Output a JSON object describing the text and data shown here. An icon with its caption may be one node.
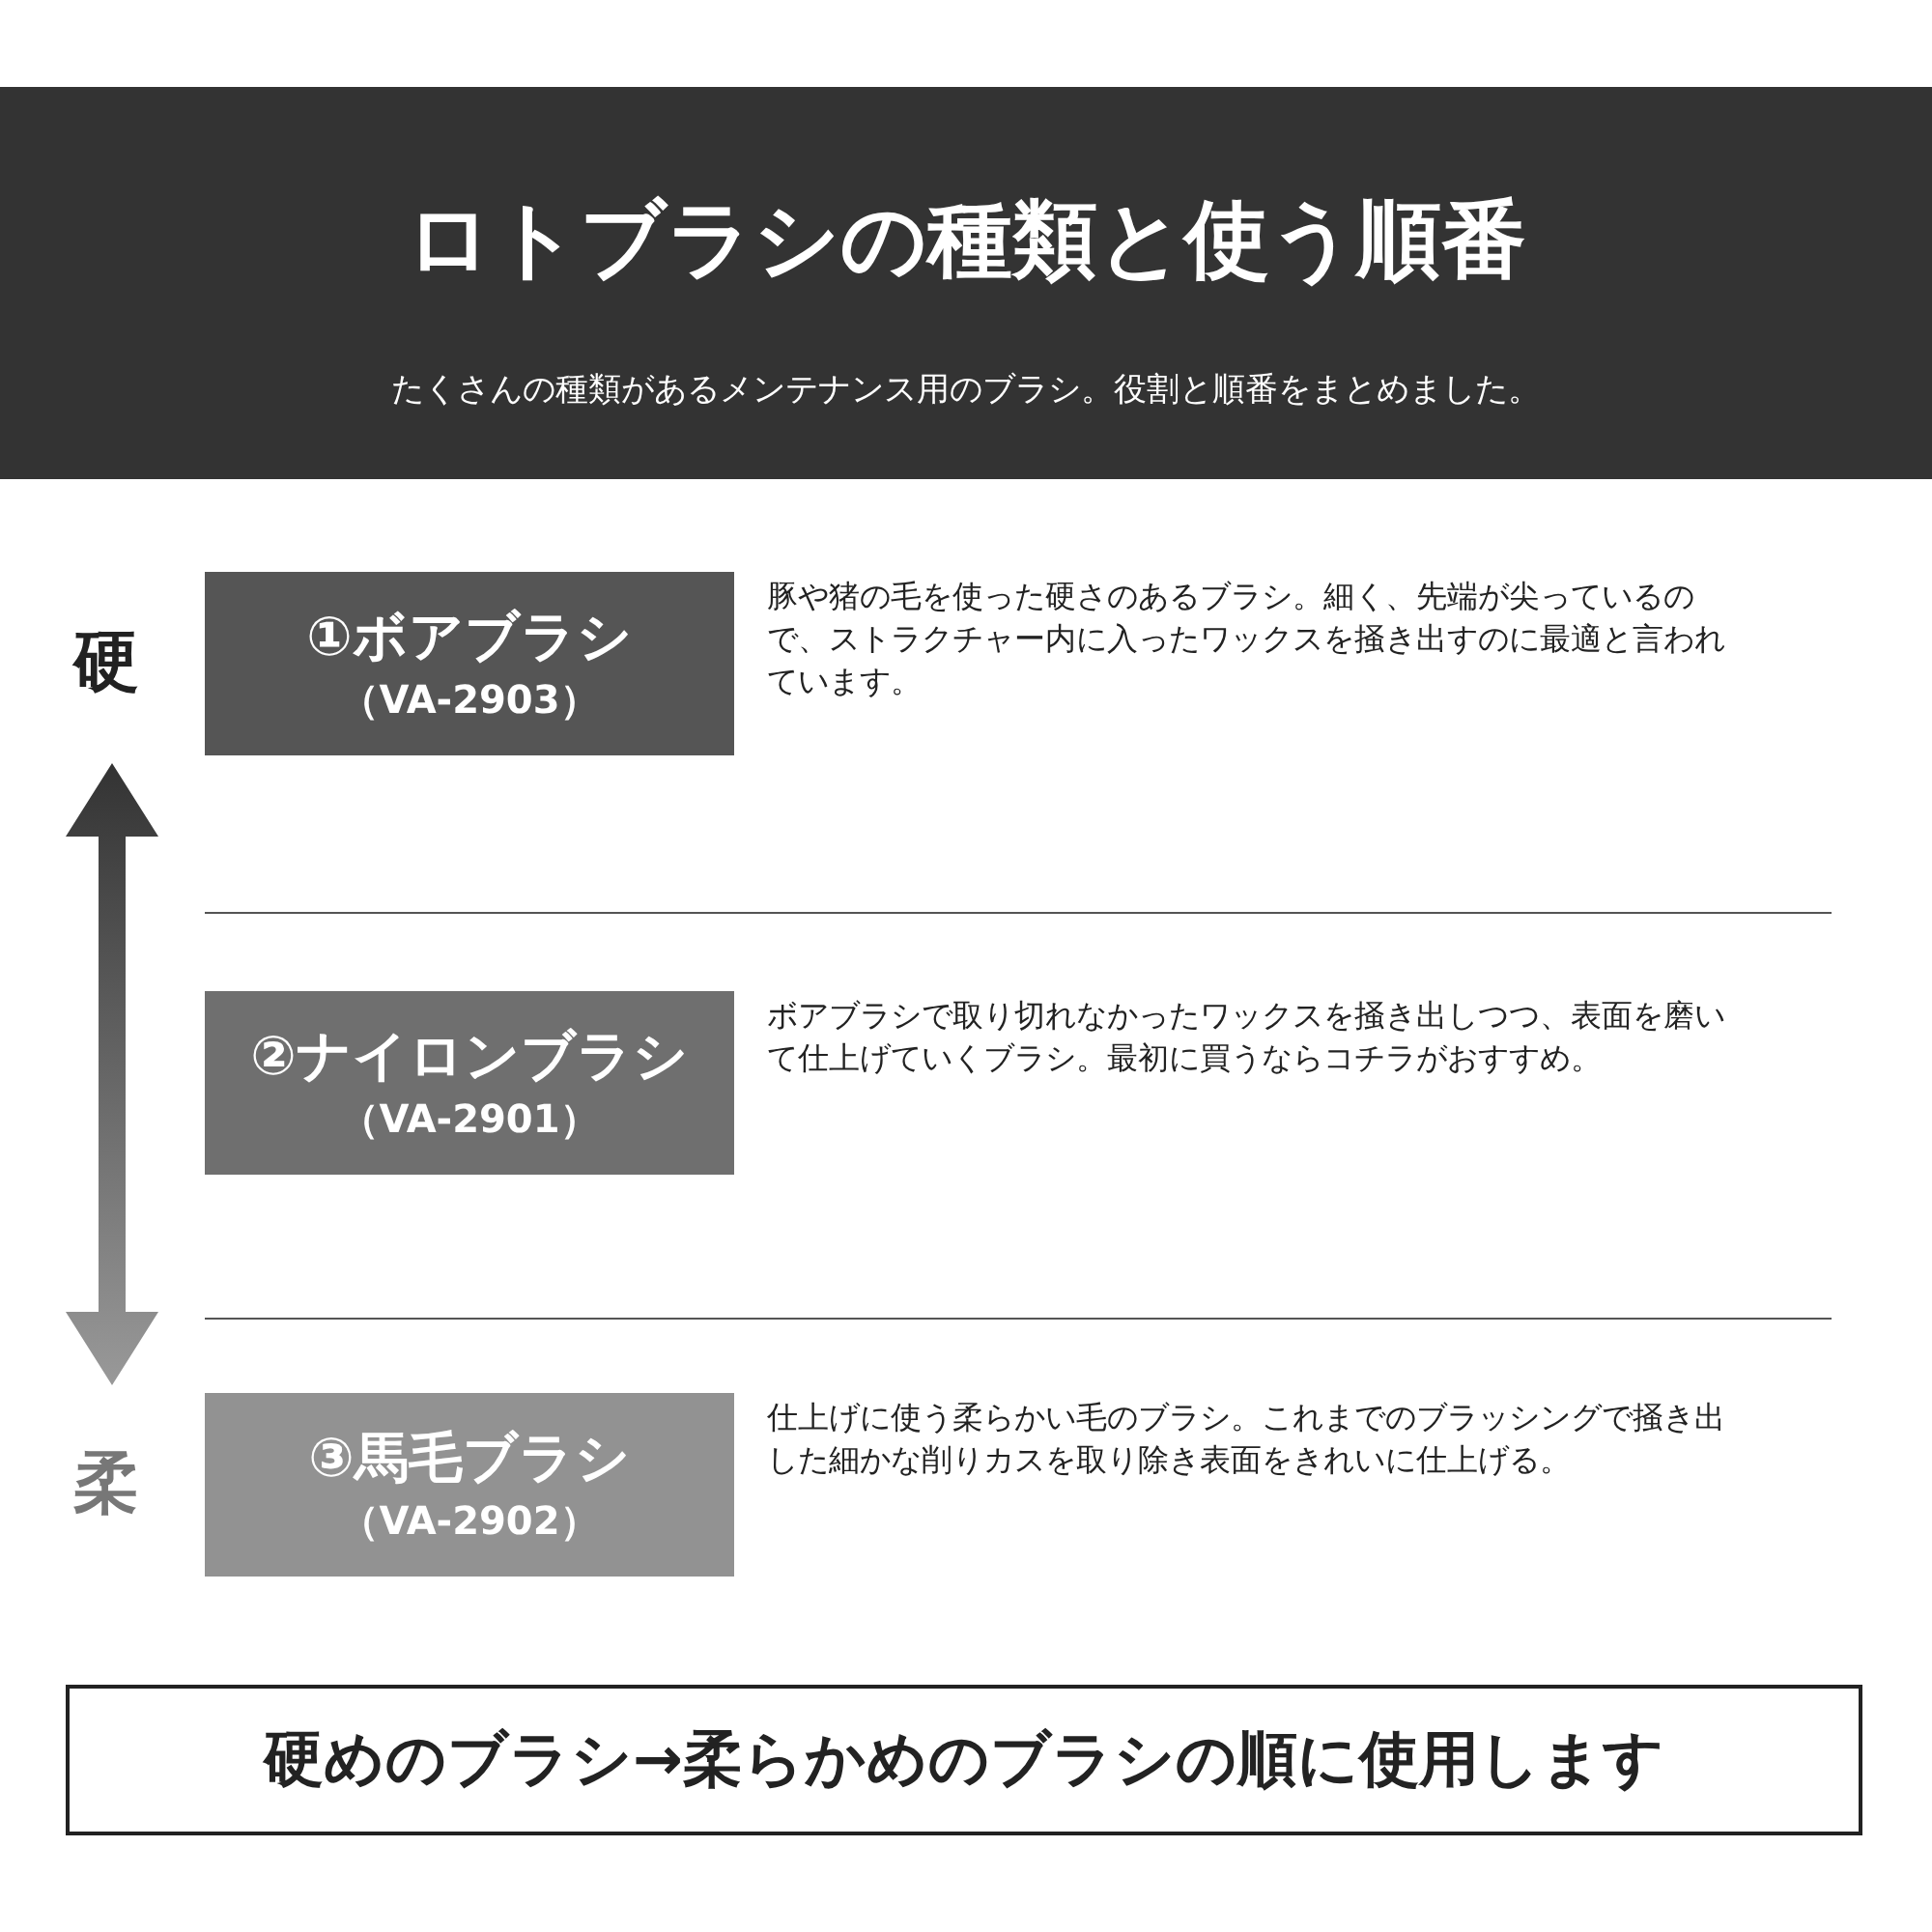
{
  "diagram": {
    "title": "ロトブラシの種類と使う順番",
    "nodes": [
      {
        "text": [
          "①ボアブラシ",
          "（VA-2903）"
        ],
        "beside": [
          "豚や猪の毛を使った硬さのあるブラシ。細く、先端が尖っているので、ストラクチャー内に入ったワックスを掻き出すのに最適と言われています。"
        ]
      },
      {
        "text": [
          "②ナイロンブラシ",
          "（VA-2901）"
        ],
        "beside": [
          "ボアブラシで取り切れなかったワックスを掻き出しつつ、表面を磨いて仕上げていくブラシ。最初に買うならコチラがおすすめ。"
        ]
      },
      {
        "text": [
          "③馬毛ブラシ",
          "（VA-2902）"
        ],
        "beside": [
          "仕上げに使う柔らかい毛のブラシ。これまでのブラッシングで掻き出した細かな削りカスを取り除き表面をきれいに仕上げる。"
        ]
      },
      {
        "text": [
          "硬めのブラシ→柔らかめのブラシの順に使用します"
        ]
      }
    ],
    "labels": [
      "たくさんの種類があるメンテナンス用のブラシ。役割と順番をまとめました。",
      "硬",
      "柔"
    ]
  }
}
